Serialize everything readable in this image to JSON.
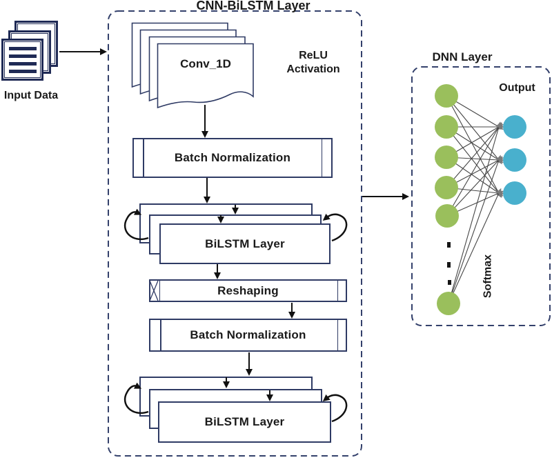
{
  "input": {
    "label": "Input Data",
    "icon": "stacked-documents-icon"
  },
  "cnn": {
    "title": "CNN-BiLSTM Layer",
    "conv": {
      "label": "Conv_1D",
      "sheet_count": 4
    },
    "relu": {
      "line1": "ReLU",
      "line2": "Activation"
    },
    "batch_norm_1": {
      "label": "Batch Normalization"
    },
    "bilstm_1": {
      "label": "BiLSTM Layer",
      "sheet_count": 3
    },
    "reshaping": {
      "label": "Reshaping"
    },
    "batch_norm_2": {
      "label": "Batch Normalization"
    },
    "bilstm_2": {
      "label": "BiLSTM Layer",
      "sheet_count": 3
    }
  },
  "dnn": {
    "title": "DNN Layer",
    "output_label": "Output",
    "softmax_label": "Softmax",
    "hidden_node_count": 6,
    "output_node_count": 3
  },
  "colors": {
    "hidden_node": "#9abf5c",
    "output_node": "#49b0cd",
    "box_border": "#2e3a64",
    "dashed_border": "#33406b",
    "icon_navy": "#1f2a55",
    "arrow": "#111111",
    "connection_line": "#454545",
    "connection_arrowhead": "#7a7a7a"
  }
}
